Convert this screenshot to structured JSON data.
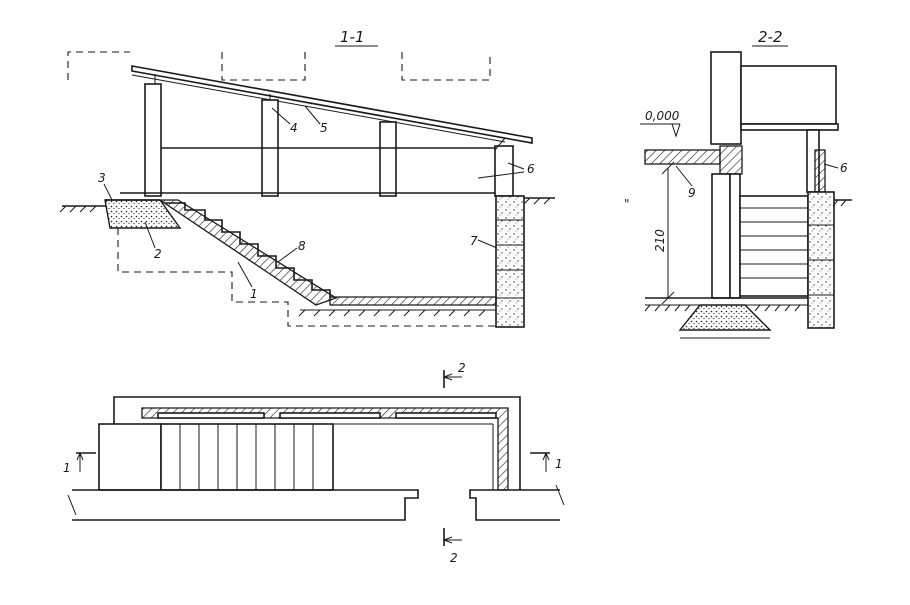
{
  "sections": {
    "section_1_1": {
      "title": "1-1"
    },
    "section_2_2": {
      "title": "2-2",
      "elevation": "0,000",
      "height_dim": "210",
      "side_mark": "\""
    }
  },
  "callouts": [
    "1",
    "2",
    "3",
    "4",
    "5",
    "6",
    "7",
    "8",
    "9"
  ],
  "plan": {
    "cut_1_left": "1",
    "cut_1_right": "1",
    "cut_2_top": "2",
    "cut_2_bottom": "2"
  },
  "colors": {
    "ink": "#1a1a1a",
    "paper": "#ffffff"
  }
}
